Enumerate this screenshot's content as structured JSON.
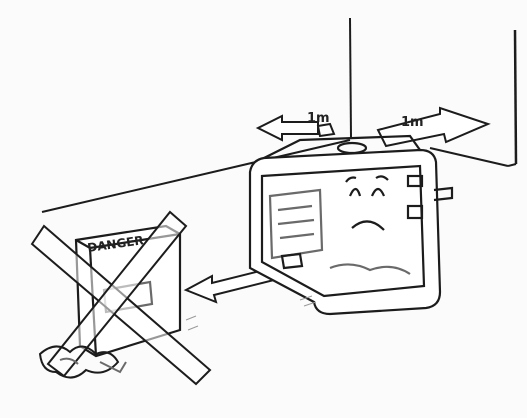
{
  "image": {
    "style": "black-and-white line drawing",
    "colors": {
      "ink": "#1c1c1c",
      "paper": "#fbfbfb",
      "shade": "#9a9a9a"
    }
  },
  "clearance_labels": {
    "left": "1m",
    "right": "1m"
  },
  "container_label": "DANGER",
  "icons": [
    "generator-icon",
    "sad-face-icon",
    "fuel-container-icon",
    "prohibition-cross-icon",
    "spill-icon",
    "clearance-arrow-icon"
  ]
}
